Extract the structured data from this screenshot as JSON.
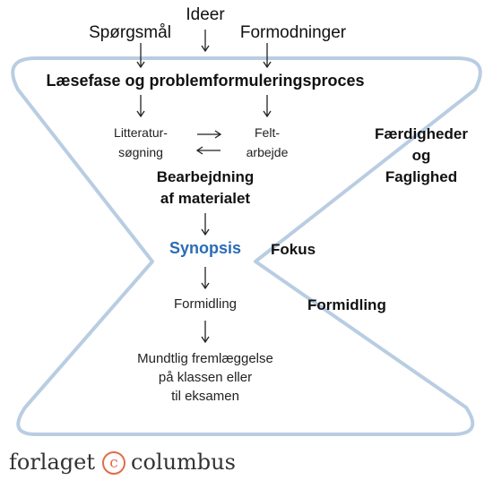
{
  "top_inputs": [
    "Spørgsmål",
    "Ideer",
    "Formodninger"
  ],
  "phase_title": "Læsefase og problemformuleringsproces",
  "litteratur": [
    "Litteratur-",
    "søgning"
  ],
  "felt": [
    "Felt-",
    "arbejde"
  ],
  "bearbejdning": [
    "Bearbejdning",
    "af materialet"
  ],
  "synopsis": "Synopsis",
  "formidling": "Formidling",
  "mundtlig": [
    "Mundtlig fremlæggelse",
    "på klassen eller",
    "til eksamen"
  ],
  "side_labels": {
    "faerdigheder": [
      "Færdigheder",
      "og",
      "Faglighed"
    ],
    "fokus": "Fokus",
    "formidling": "Formidling"
  },
  "logo": {
    "left": "forlaget",
    "mark": "c",
    "right": "columbus"
  },
  "colors": {
    "funnel": "#b9cde2",
    "synopsis": "#2a6cb5",
    "logo_mark": "#e36b4a"
  }
}
